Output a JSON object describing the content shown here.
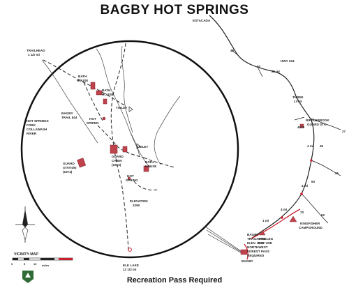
{
  "title": "BAGBY HOT SPRINGS",
  "footer": "Recreation Pass Required",
  "labels": {
    "trailhead_top": [
      "TRAILHEAD",
      "1 1/2 mi"
    ],
    "bath_house_1": [
      "BATH",
      "HOUSE"
    ],
    "bath_house_2": [
      "BATH",
      "HOUSE"
    ],
    "bath_house_3": [
      "BATH",
      "HOUSE"
    ],
    "toilet_1": "TOILET",
    "toilet_2": "TOILET",
    "hot_spring_1": [
      "HOT",
      "SPRING"
    ],
    "hot_spring_2": [
      "HOT",
      "SPRING"
    ],
    "bagby_trail": [
      "BAGBY",
      "TRAIL 544"
    ],
    "hot_springs_fork": [
      "HOT SPRINGS",
      "FORK",
      "COLLAWASH",
      "RIVER"
    ],
    "guard_cabin": [
      "GUARD",
      "CABIN",
      "(1913)"
    ],
    "guard_station": [
      "GUARD",
      "STATION",
      "(1974)"
    ],
    "elevation": [
      "ELEVATION",
      "2290"
    ],
    "elk_lake": [
      "ELK LAKE",
      "12 1/2 mi"
    ],
    "estacada": "ESTACADA",
    "hwy_224": "HWY 224",
    "three_lynx": [
      "THREE",
      "LYNX"
    ],
    "ripplebrook": [
      "RIPPLEBROOK",
      "GUARD STA."
    ],
    "rd_4620": "4620",
    "rd_46": "46",
    "rd_63": "63",
    "rd_70": "70",
    "rd_62": "62",
    "bagby_trailhead": [
      "BAGBY",
      "TRAILHEAD",
      "ELEV. 2000",
      "NORTHWEST",
      "FOREST PASS",
      "REQUIRED"
    ],
    "pegleg": [
      "PEGLEG",
      "DAY USE"
    ],
    "kingfisher": [
      "KINGFISHER",
      "CAMPGROUND"
    ],
    "bagby": "BAGBY",
    "vicinity_map": "VICINITY MAP",
    "miles": "miles"
  },
  "road_numbers": [
    "48",
    "50",
    "26 mi",
    "27",
    "4 mi",
    "46",
    "4 mi",
    "4 mi",
    "4 mi",
    "63",
    "1 mi"
  ],
  "scale_ticks": [
    "0",
    "5",
    "10"
  ],
  "colors": {
    "structure": "#c0424c",
    "road_red": "#c8202c",
    "ink": "#222222",
    "logo_green": "#2f6b34"
  },
  "icons": [
    "north-arrow-icon",
    "forest-service-logo-icon"
  ]
}
